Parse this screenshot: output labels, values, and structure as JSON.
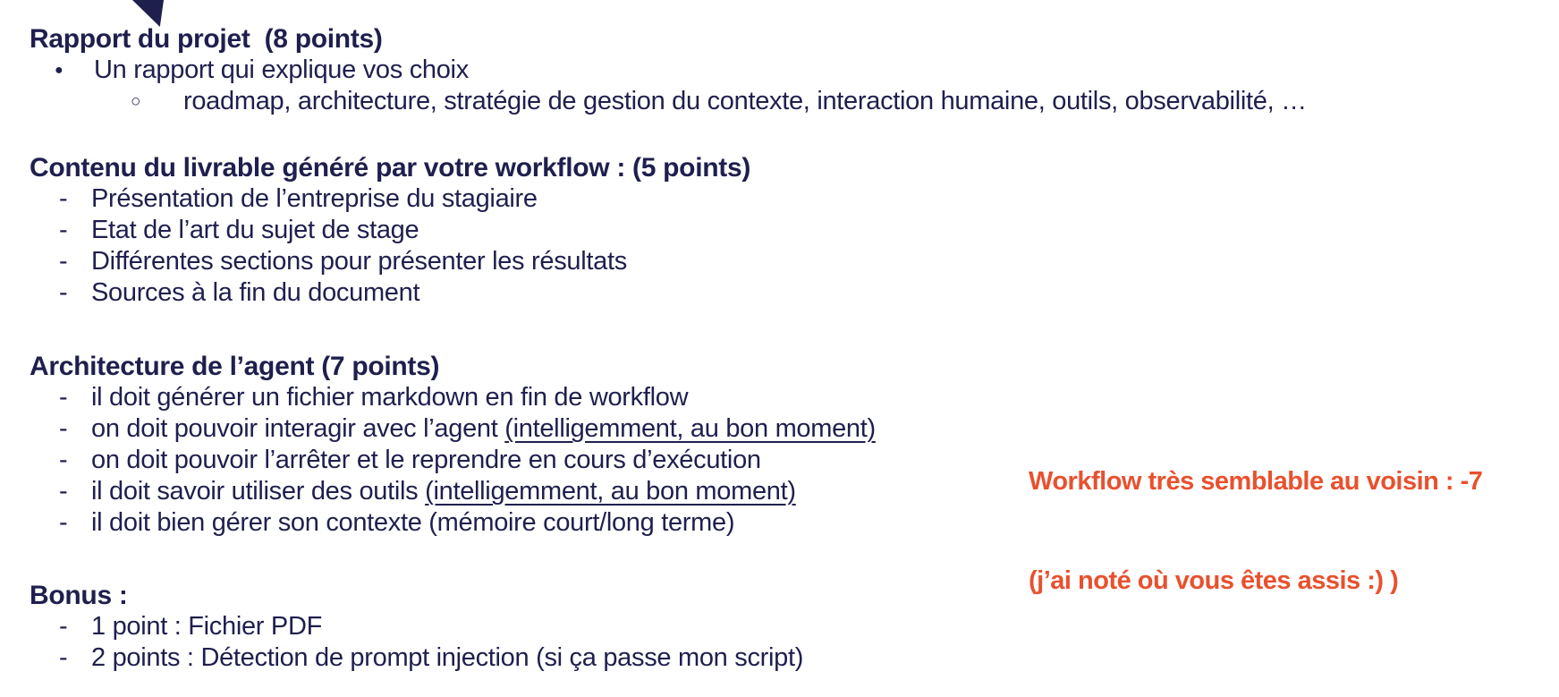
{
  "colors": {
    "text": "#1f1f4e",
    "annotation": "#e8512e",
    "background": "#ffffff"
  },
  "markers": {
    "disc": "●",
    "circle": "○",
    "dash": "-"
  },
  "decorations": {
    "corner_triangle": "navy-triangle-icon"
  },
  "sections": [
    {
      "heading": "Rapport du projet  (8 points)",
      "items": [
        {
          "level": 1,
          "marker": "disc",
          "text": "Un rapport qui explique vos choix"
        },
        {
          "level": 2,
          "marker": "circle",
          "text": "roadmap, architecture, stratégie de gestion du contexte, interaction humaine, outils, observabilité, …"
        }
      ]
    },
    {
      "heading": "Contenu du livrable généré par votre workflow : (5 points)",
      "items": [
        {
          "marker": "dash",
          "text": "Présentation de l’entreprise du stagiaire"
        },
        {
          "marker": "dash",
          "text": "Etat de l’art du sujet de stage"
        },
        {
          "marker": "dash",
          "text": "Différentes sections pour présenter les résultats"
        },
        {
          "marker": "dash",
          "text": "Sources à la fin du document"
        }
      ]
    },
    {
      "heading": "Architecture de l’agent (7 points)",
      "items": [
        {
          "marker": "dash",
          "text": "il doit générer un fichier markdown en fin de workflow"
        },
        {
          "marker": "dash",
          "text": "on doit pouvoir interagir avec l’agent ",
          "underlined": "(intelligemment, au bon moment)"
        },
        {
          "marker": "dash",
          "text": "on doit pouvoir l’arrêter et le reprendre en cours d’exécution"
        },
        {
          "marker": "dash",
          "text": "il doit savoir utiliser des outils ",
          "underlined": "(intelligemment, au bon moment)"
        },
        {
          "marker": "dash",
          "text": "il doit bien gérer son contexte (mémoire court/long terme)"
        }
      ]
    },
    {
      "heading": "Bonus :",
      "items": [
        {
          "marker": "dash",
          "text": "1 point : Fichier PDF"
        },
        {
          "marker": "dash",
          "text": "2 points : Détection de prompt injection (si ça passe mon script)"
        }
      ]
    }
  ],
  "annotation": {
    "line1": "Workflow très semblable au voisin : -7",
    "line2": "(j’ai noté où vous êtes assis :) )"
  }
}
